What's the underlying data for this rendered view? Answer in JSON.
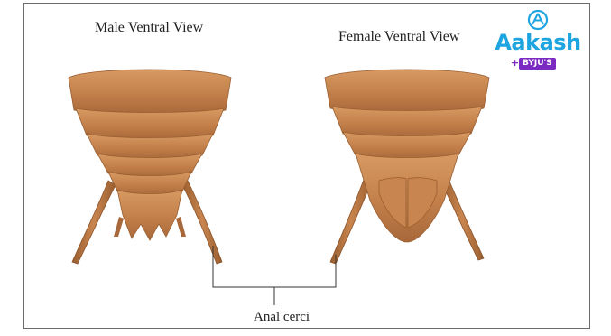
{
  "labels": {
    "male": "Male Ventral View",
    "female": "Female Ventral View",
    "cerci": "Anal cerci"
  },
  "logo": {
    "word": "Aakash",
    "badge": "BYJU'S",
    "plus": "+",
    "icon": "aakash-emblem-icon"
  },
  "colors": {
    "body": "#c27f4a",
    "body_dark": "#9a5e30",
    "body_light": "#d99a64",
    "frame": "#6b6b6b",
    "logo_blue": "#1ea5e0",
    "logo_purple": "#7b2ac2"
  }
}
